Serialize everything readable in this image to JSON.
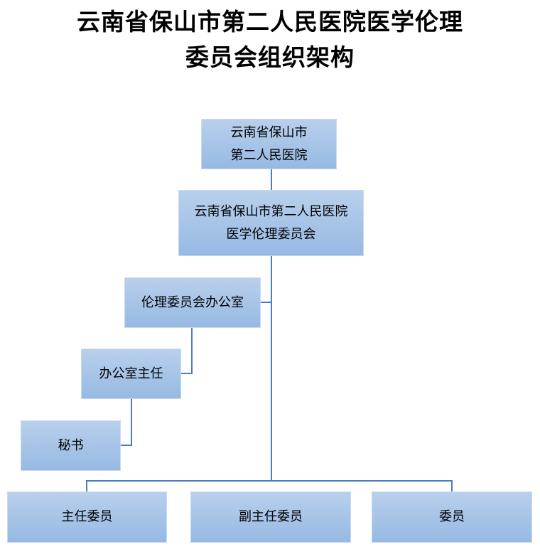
{
  "title": {
    "line1": "云南省保山市第二人民医院医学伦理",
    "line2": "委员会组织架构"
  },
  "nodes": {
    "hospital": {
      "line1": "云南省保山市",
      "line2": "第二人民医院"
    },
    "committee": {
      "line1": "云南省保山市第二人民医院",
      "line2": "医学伦理委员会"
    },
    "office": "伦理委员会办公室",
    "director": "办公室主任",
    "secretary": "秘书",
    "chair": "主任委员",
    "vice_chair": "副主任委员",
    "member": "委员"
  },
  "colors": {
    "box_top": "#b9d0ec",
    "box_bottom": "#96b9e3",
    "line": "#4a7ebb"
  }
}
